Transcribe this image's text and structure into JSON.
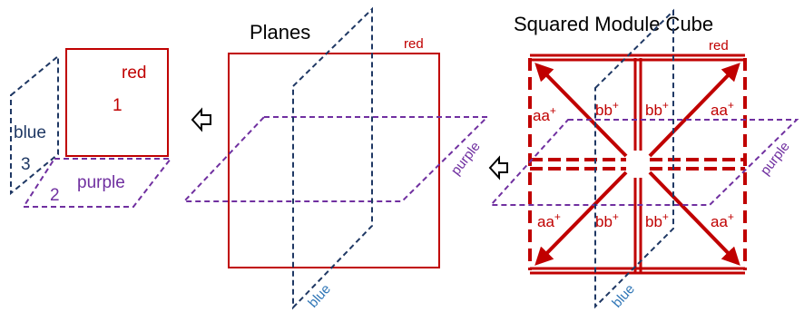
{
  "colors": {
    "red": "#c00000",
    "blue": "#1f3864",
    "purple": "#7030a0",
    "light_blue": "#2e75b6",
    "black": "#000000"
  },
  "left_panel": {
    "red_label": "red",
    "red_number": "1",
    "blue_label": "blue",
    "blue_number": "3",
    "purple_label": "purple",
    "purple_number": "2"
  },
  "middle_panel": {
    "title": "Planes",
    "red_label": "red",
    "purple_label": "purple",
    "blue_label": "blue"
  },
  "right_panel": {
    "title": "Squared Module Cube",
    "red_label": "red",
    "purple_label": "purple",
    "blue_label": "blue",
    "top_left_label": "aa",
    "top_center_left_label": "bb",
    "top_center_right_label": "bb",
    "top_right_label": "aa",
    "bottom_left_label": "aa",
    "bottom_center_left_label": "bb",
    "bottom_center_right_label": "bb",
    "bottom_right_label": "aa",
    "superscript": "+"
  },
  "arrows": {
    "left_arrow_icon": "hollow-left-arrow",
    "right_arrow_icon": "hollow-left-arrow"
  }
}
